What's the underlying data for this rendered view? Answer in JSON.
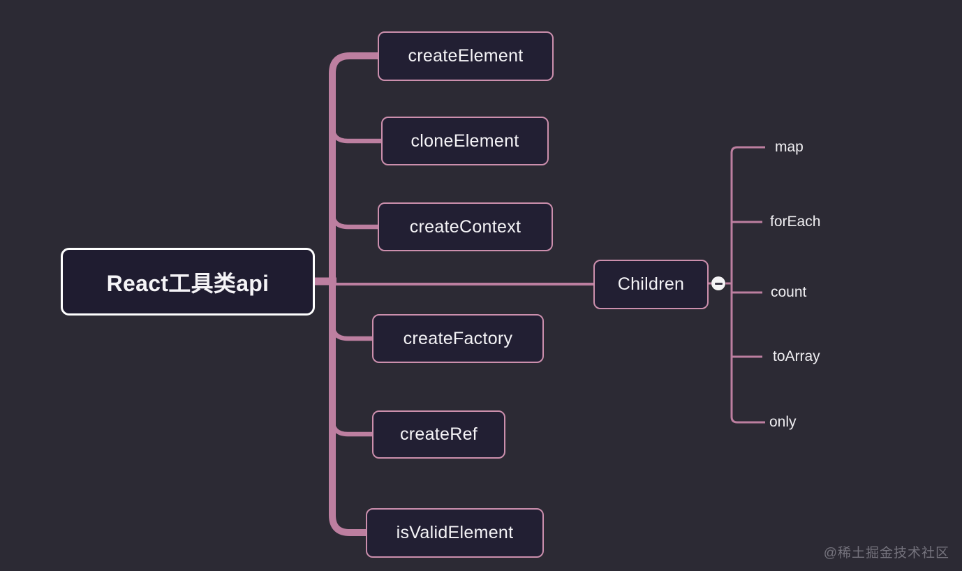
{
  "canvas": {
    "background_color": "#2c2a34",
    "line_color": "#bd7fa0",
    "node_border_color": "#cc8fad",
    "node_fill_color": "#221f33",
    "root_border_color": "#ffffff",
    "text_color": "#f5f4f7"
  },
  "mindmap": {
    "root": {
      "label": "React工具类api"
    },
    "branches": [
      {
        "label": "createElement"
      },
      {
        "label": "cloneElement"
      },
      {
        "label": "createContext"
      },
      {
        "label": "Children",
        "collapsed": false,
        "children": [
          {
            "label": "map"
          },
          {
            "label": "forEach"
          },
          {
            "label": "count"
          },
          {
            "label": "toArray"
          },
          {
            "label": "only"
          }
        ]
      },
      {
        "label": "createFactory"
      },
      {
        "label": "createRef"
      },
      {
        "label": "isValidElement"
      }
    ]
  },
  "watermark": {
    "text": "@稀土掘金技术社区"
  }
}
